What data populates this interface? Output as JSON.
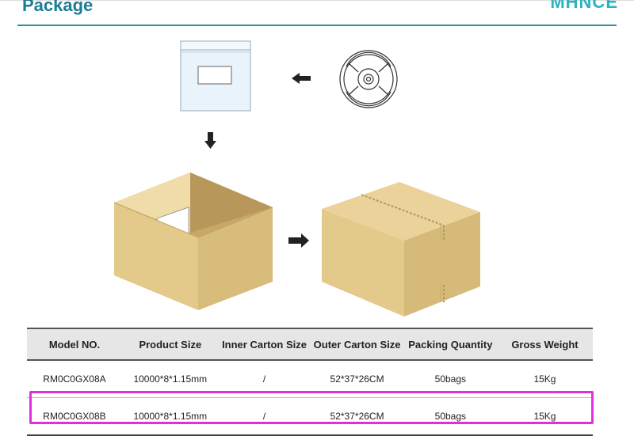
{
  "header": {
    "title": "Package",
    "logo_text": "MHNCE"
  },
  "colors": {
    "accent": "#1a7d93",
    "highlight": "#e32ee0",
    "carton": "#e3c98a"
  },
  "illustrations": {
    "reel": "reel-icon",
    "bag": "antistatic-bag-icon",
    "open_box": "open-carton-icon",
    "closed_box": "sealed-carton-icon"
  },
  "table": {
    "headers": [
      "Model NO.",
      "Product Size",
      "Inner Carton Size",
      "Outer Carton Size",
      "Packing Quantity",
      "Gross Weight"
    ],
    "rows": [
      [
        "RM0C0GX08A",
        "10000*8*1.15mm",
        "/",
        "52*37*26CM",
        "50bags",
        "15Kg"
      ],
      [
        "RM0C0GX08B",
        "10000*8*1.15mm",
        "/",
        "52*37*26CM",
        "50bags",
        "15Kg"
      ]
    ]
  }
}
